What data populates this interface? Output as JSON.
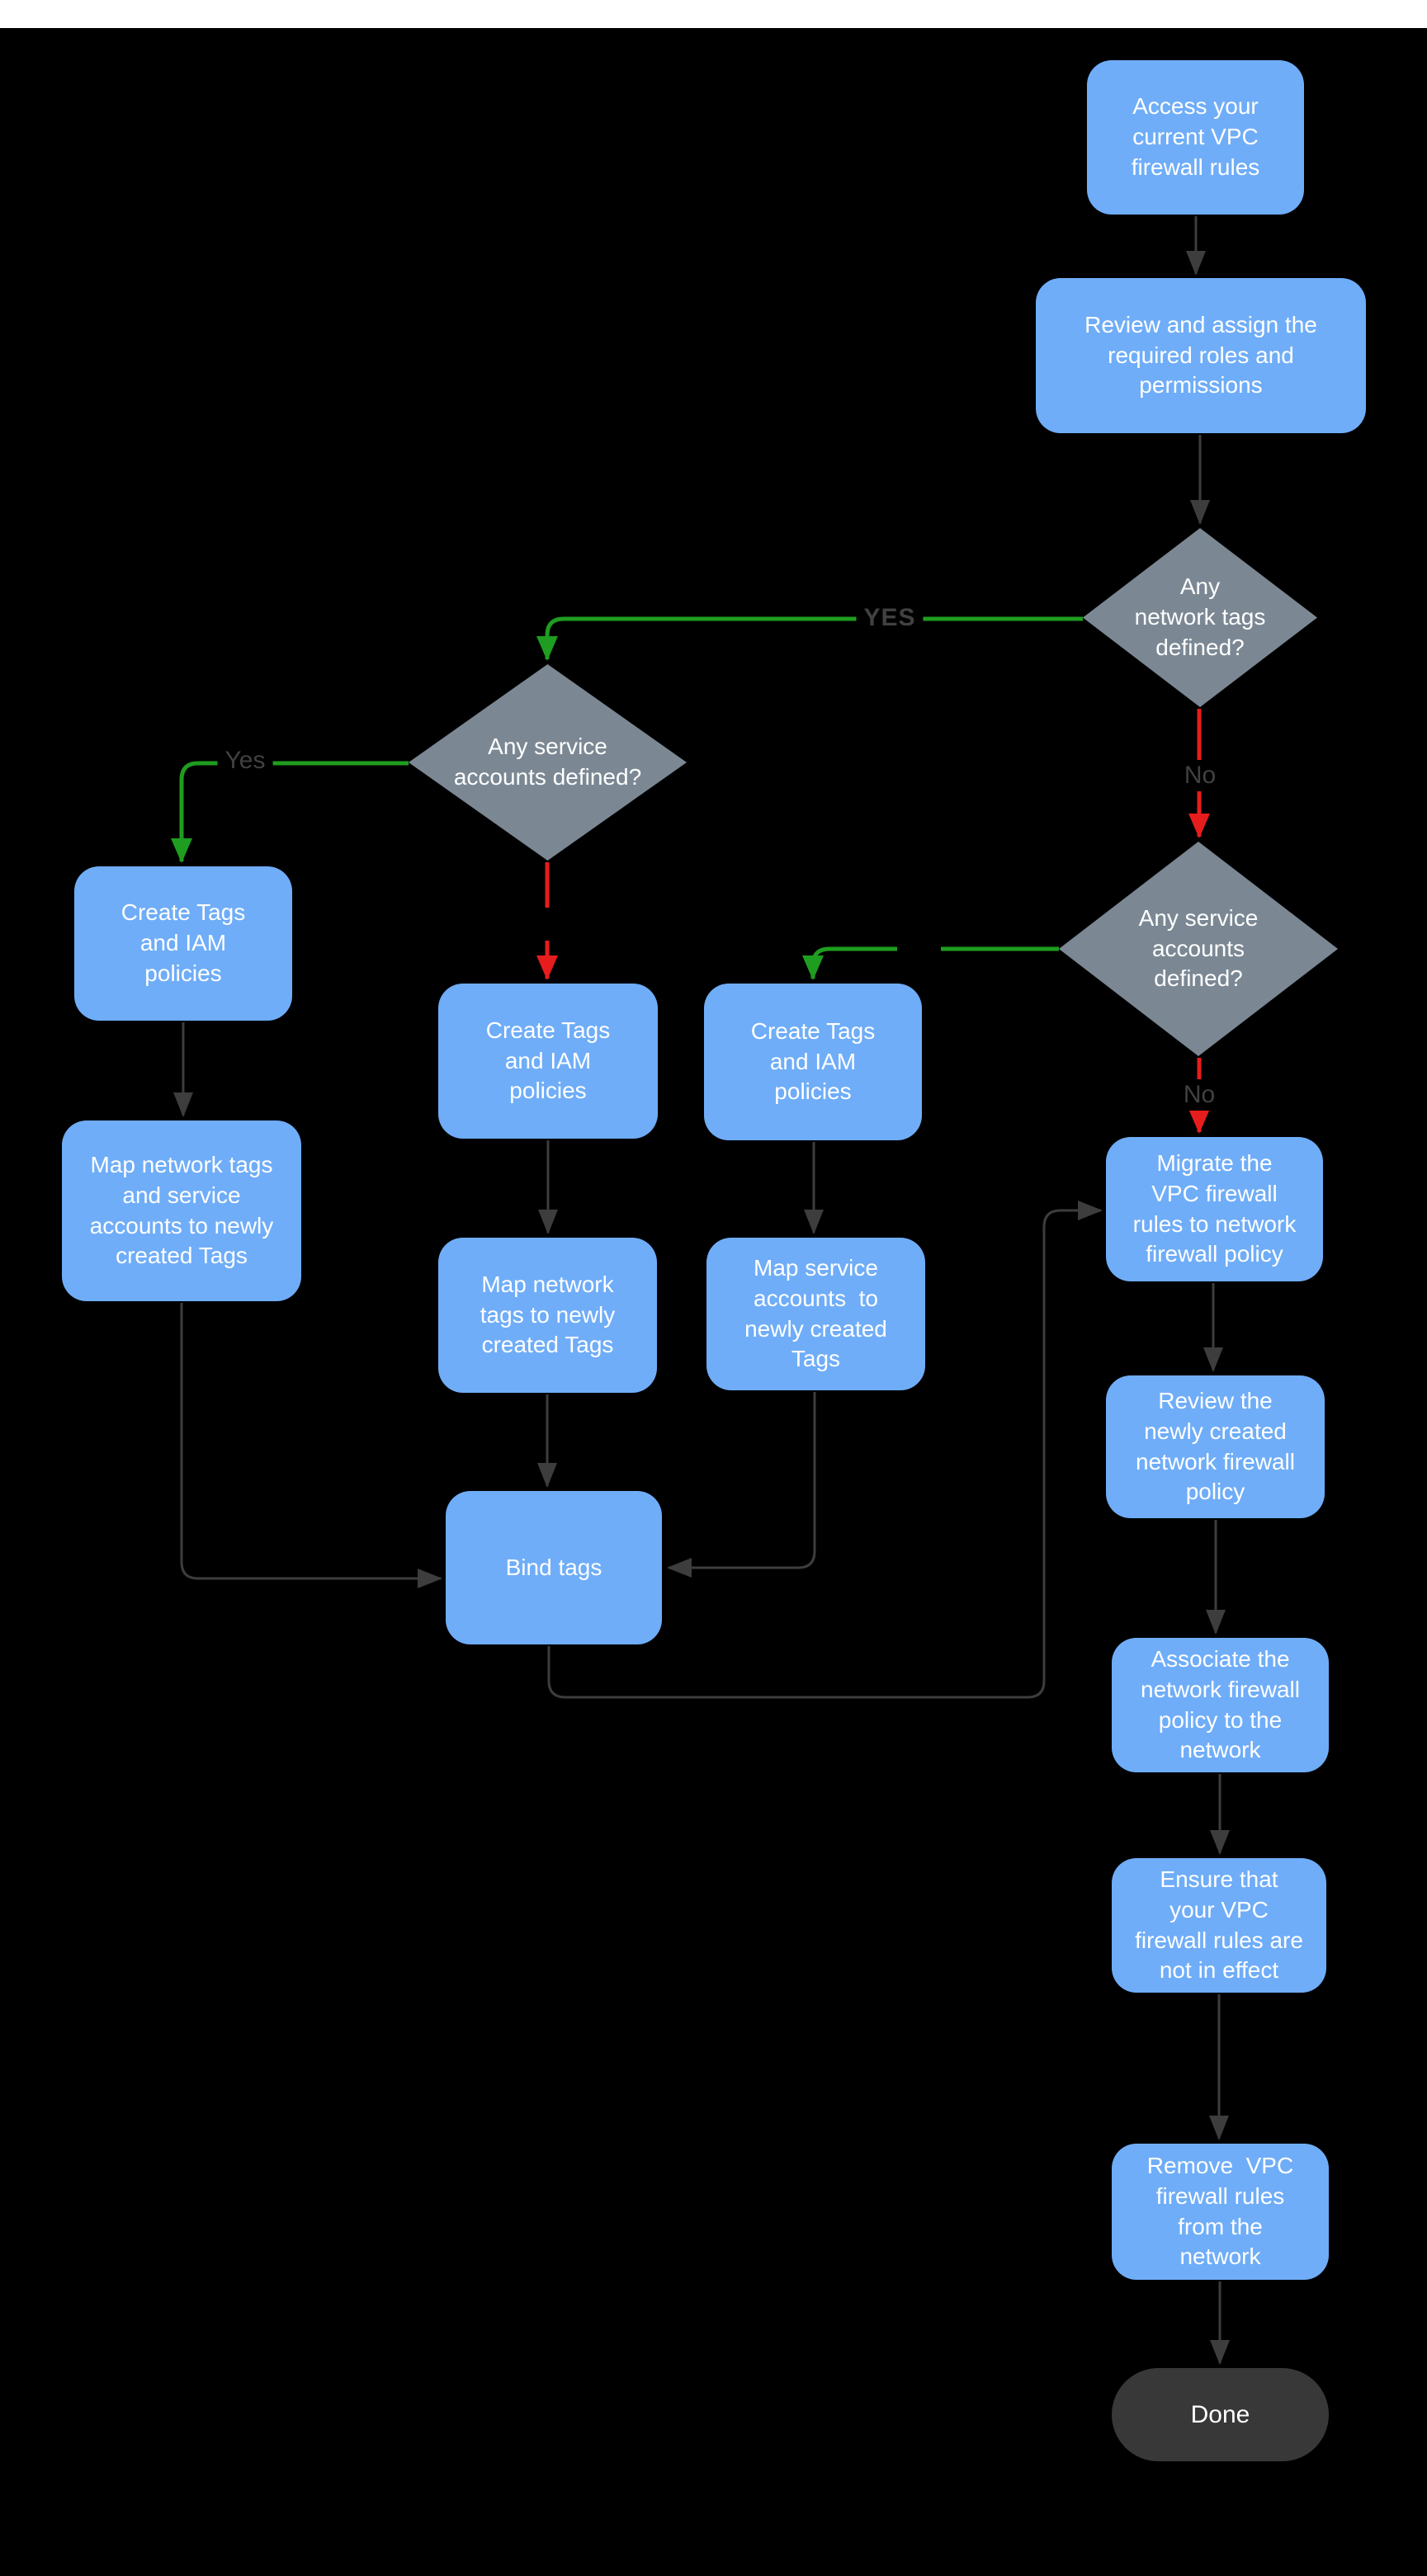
{
  "canvas": {
    "background": "#000000",
    "top_strip_color": "#ffffff"
  },
  "colors": {
    "process_fill": "#6fadf8",
    "decision_fill": "#7b8894",
    "terminator_fill": "#383838",
    "node_text": "#ffffff",
    "edge_dark": "#3d3d3d",
    "edge_green": "#1f9d20",
    "edge_red": "#e71d1d",
    "edge_label_text": "#414141"
  },
  "nodes": {
    "access": {
      "shape": "process",
      "label": "Access your\ncurrent VPC\nfirewall rules"
    },
    "review_roles": {
      "shape": "process",
      "label": "Review and assign the\nrequired roles and\npermissions"
    },
    "d_network_tags": {
      "shape": "decision",
      "label": "Any\nnetwork tags\ndefined?"
    },
    "d_service_mid": {
      "shape": "decision",
      "label": "Any service\naccounts defined?"
    },
    "d_service_right": {
      "shape": "decision",
      "label": "Any service\naccounts\ndefined?"
    },
    "create_left": {
      "shape": "process",
      "label": "Create Tags\nand IAM\npolicies"
    },
    "create_mid": {
      "shape": "process",
      "label": "Create Tags\nand IAM\npolicies"
    },
    "create_right": {
      "shape": "process",
      "label": "Create Tags\nand IAM\npolicies"
    },
    "map_left": {
      "shape": "process",
      "label": "Map network tags\nand service\naccounts to newly\ncreated Tags"
    },
    "map_mid": {
      "shape": "process",
      "label": "Map network\ntags to newly\ncreated Tags"
    },
    "map_right": {
      "shape": "process",
      "label": "Map service\naccounts  to\nnewly created\nTags"
    },
    "bind_tags": {
      "shape": "process",
      "label": "Bind tags"
    },
    "migrate": {
      "shape": "process",
      "label": "Migrate the\nVPC firewall\nrules to network\nfirewall policy"
    },
    "review_policy": {
      "shape": "process",
      "label": "Review the\nnewly created\nnetwork firewall\npolicy"
    },
    "associate": {
      "shape": "process",
      "label": "Associate the\nnetwork firewall\npolicy to the\nnetwork"
    },
    "ensure": {
      "shape": "process",
      "label": "Ensure that\nyour VPC\nfirewall rules are\nnot in effect"
    },
    "remove": {
      "shape": "process",
      "label": "Remove  VPC\nfirewall rules\nfrom the\nnetwork"
    },
    "done": {
      "shape": "terminator",
      "label": "Done"
    }
  },
  "edge_labels": {
    "yes_upper": "YES",
    "yes_left": "Yes",
    "no_top": "No",
    "no_mid": "No"
  }
}
